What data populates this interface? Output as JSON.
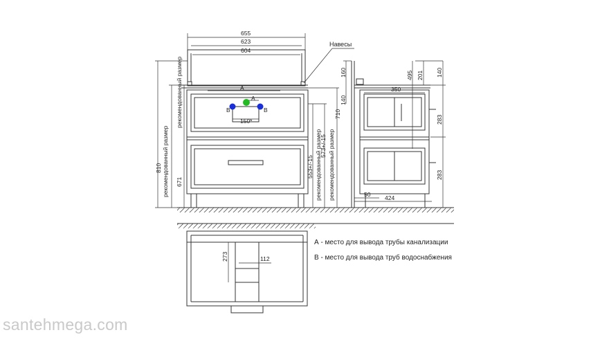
{
  "labels": {
    "canopies": "Навесы",
    "point_a": "A",
    "point_b": "B",
    "recommended_size": "рекомендованный размер"
  },
  "dimensions": {
    "width_655": "655",
    "width_623": "623",
    "width_604": "604",
    "height_810": "810",
    "height_671": "671",
    "height_553": "553+/-15",
    "height_573": "573+/-15",
    "height_710": "710",
    "spacing_150": "150*",
    "side_160": "160",
    "side_140_left": "140",
    "side_495": "495",
    "side_201": "201",
    "side_140_right": "140",
    "side_283_top": "283",
    "side_283_bottom": "283",
    "side_350": "350",
    "side_50": "50",
    "side_424": "424",
    "plan_273": "273",
    "plan_112": "112"
  },
  "legend": {
    "a": "А - место для вывода трубы канализации",
    "b": "В - место для вывода труб водоснабжения"
  },
  "watermark": "santehmega.com",
  "colors": {
    "line": "#333333",
    "point_a": "#22bb22",
    "point_b": "#1a2fd6",
    "watermark": "#c9c9c9"
  }
}
